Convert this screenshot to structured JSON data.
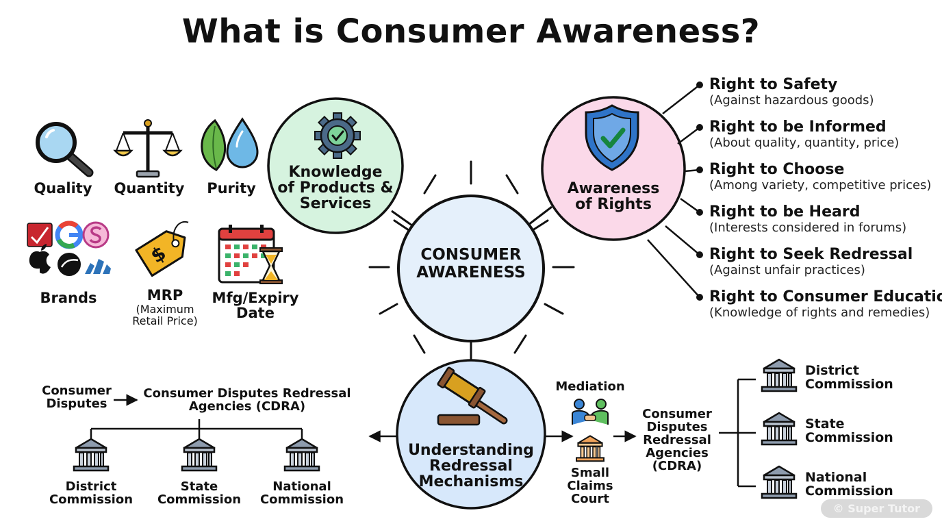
{
  "title": "What is Consumer Awareness?",
  "center": {
    "line1": "CONSUMER",
    "line2": "AWARENESS"
  },
  "knowledge": {
    "heading": [
      "Knowledge",
      "of Products &",
      "Services"
    ],
    "items": [
      {
        "icon": "magnifier-icon",
        "label": "Quality"
      },
      {
        "icon": "scale-icon",
        "label": "Quantity"
      },
      {
        "icon": "leaf-drop-icon",
        "label": "Purity"
      },
      {
        "icon": "brand-logos-icon",
        "label": "Brands"
      }
    ],
    "mrp": {
      "label": "MRP",
      "sub1": "(Maximum",
      "sub2": "Retail Price)"
    },
    "date": {
      "line1": "Mfg/Expiry",
      "line2": "Date"
    }
  },
  "rights": {
    "heading": [
      "Awareness",
      "of Rights"
    ],
    "items": [
      {
        "title": "Right to Safety",
        "desc": "(Against hazardous goods)"
      },
      {
        "title": "Right to be Informed",
        "desc": "(About quality, quantity, price)"
      },
      {
        "title": "Right to Choose",
        "desc": "(Among variety, competitive prices)"
      },
      {
        "title": "Right to be Heard",
        "desc": "(Interests considered in forums)"
      },
      {
        "title": "Right to Seek Redressal",
        "desc": "(Against unfair practices)"
      },
      {
        "title": "Right to Consumer Education",
        "desc": "(Knowledge of rights and remedies)"
      }
    ]
  },
  "redressal": {
    "heading": [
      "Understanding",
      "Redressal",
      "Mechanisms"
    ],
    "left": {
      "disputes": [
        "Consumer",
        "Disputes"
      ],
      "cdra": [
        "Consumer Disputes Redressal",
        "Agencies (CDRA)"
      ],
      "commissions": [
        {
          "line1": "District",
          "line2": "Commission"
        },
        {
          "line1": "State",
          "line2": "Commission"
        },
        {
          "line1": "National",
          "line2": "Commission"
        }
      ]
    },
    "mediation": "Mediation",
    "small_claims": [
      "Small",
      "Claims",
      "Court"
    ],
    "cdra_right": [
      "Consumer",
      "Disputes",
      "Redressal",
      "Agencies",
      "(CDRA)"
    ],
    "right_commissions": [
      {
        "line1": "District",
        "line2": "Commission"
      },
      {
        "line1": "State",
        "line2": "Commission"
      },
      {
        "line1": "National",
        "line2": "Commission"
      }
    ]
  },
  "watermark": "© Super Tutor",
  "colors": {
    "center": "#e5f0fb",
    "knowledge": "#d6f3df",
    "rights": "#fbd9e9",
    "redressal": "#d7e8fb",
    "building": "#7e8da0",
    "gavel": "#d8a020",
    "tag": "#f2b526",
    "shield": "#2f74c8"
  }
}
